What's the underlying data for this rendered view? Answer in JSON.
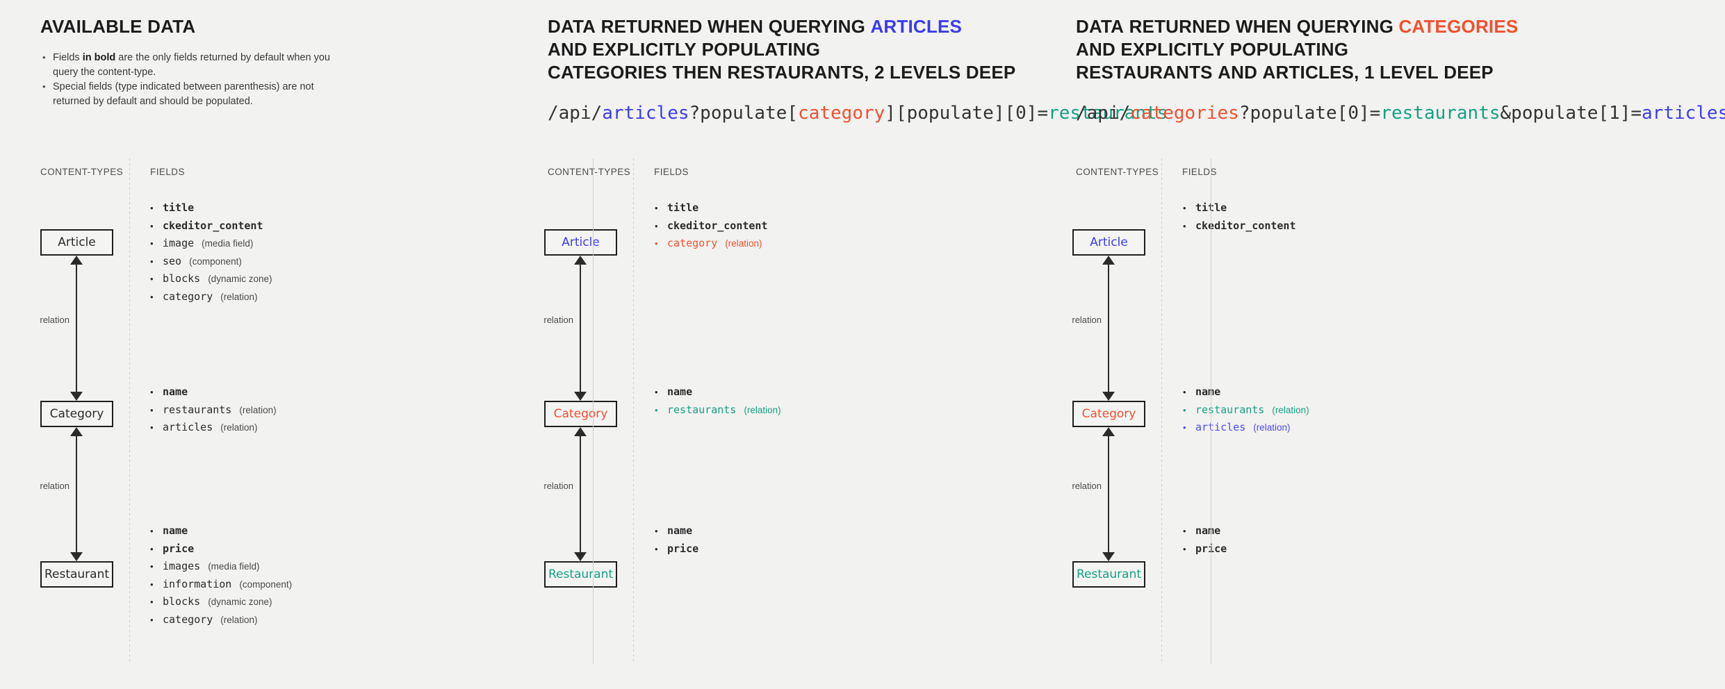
{
  "colors": {
    "background": "#f2f2f1",
    "articles_blue": "#3b3bf0",
    "categories_red": "#f1502f",
    "restaurants_green": "#16a085",
    "text_dark": "#232323",
    "box_border": "#1f1f1f"
  },
  "panels": [
    {
      "id": "available-data",
      "title_lines": [
        [
          {
            "t": "AVAILABLE DATA",
            "c": "dark"
          }
        ]
      ],
      "notes": [
        {
          "pre": "Fields ",
          "bold": "in bold",
          "post": " are the only fields returned by default when you query the content-type."
        },
        {
          "pre": "Special fields (type indicated between parenthesis) are not returned by default and should be populated.",
          "bold": "",
          "post": ""
        }
      ],
      "url": null,
      "col_labels": {
        "content_types": "CONTENT-TYPES",
        "fields": "FIELDS"
      },
      "relation_label": "relation",
      "nodes": [
        {
          "name": "Article",
          "color": "dark",
          "fields": [
            {
              "name": "title",
              "type": "",
              "bold": true,
              "color": "dark"
            },
            {
              "name": "ckeditor_content",
              "type": "",
              "bold": true,
              "color": "dark"
            },
            {
              "name": "image",
              "type": "(media field)",
              "bold": false,
              "color": "dark"
            },
            {
              "name": "seo",
              "type": "(component)",
              "bold": false,
              "color": "dark"
            },
            {
              "name": "blocks",
              "type": "(dynamic zone)",
              "bold": false,
              "color": "dark"
            },
            {
              "name": "category",
              "type": "(relation)",
              "bold": false,
              "color": "dark"
            }
          ]
        },
        {
          "name": "Category",
          "color": "dark",
          "fields": [
            {
              "name": "name",
              "type": "",
              "bold": true,
              "color": "dark"
            },
            {
              "name": "restaurants",
              "type": "(relation)",
              "bold": false,
              "color": "dark"
            },
            {
              "name": "articles",
              "type": "(relation)",
              "bold": false,
              "color": "dark"
            }
          ]
        },
        {
          "name": "Restaurant",
          "color": "dark",
          "fields": [
            {
              "name": "name",
              "type": "",
              "bold": true,
              "color": "dark"
            },
            {
              "name": "price",
              "type": "",
              "bold": true,
              "color": "dark"
            },
            {
              "name": "images",
              "type": "(media field)",
              "bold": false,
              "color": "dark"
            },
            {
              "name": "information",
              "type": "(component)",
              "bold": false,
              "color": "dark"
            },
            {
              "name": "blocks",
              "type": "(dynamic zone)",
              "bold": false,
              "color": "dark"
            },
            {
              "name": "category",
              "type": "(relation)",
              "bold": false,
              "color": "dark"
            }
          ]
        }
      ]
    },
    {
      "id": "query-articles",
      "title_lines": [
        [
          {
            "t": "DATA RETURNED WHEN QUERYING ",
            "c": "dark"
          },
          {
            "t": "ARTICLES",
            "c": "blue"
          }
        ],
        [
          {
            "t": "AND EXPLICITLY POPULATING",
            "c": "dark"
          }
        ],
        [
          {
            "t": "CATEGORIES THEN RESTAURANTS, 2 LEVELS DEEP",
            "c": "dark"
          }
        ]
      ],
      "notes": [],
      "url": [
        {
          "t": "/api/",
          "c": "dark"
        },
        {
          "t": "articles",
          "c": "blue"
        },
        {
          "t": "?populate[",
          "c": "dark"
        },
        {
          "t": "category",
          "c": "red"
        },
        {
          "t": "][populate][0]=",
          "c": "dark"
        },
        {
          "t": "restaurants",
          "c": "green"
        }
      ],
      "col_labels": {
        "content_types": "CONTENT-TYPES",
        "fields": "FIELDS"
      },
      "relation_label": "relation",
      "nodes": [
        {
          "name": "Article",
          "color": "blue",
          "fields": [
            {
              "name": "title",
              "type": "",
              "bold": true,
              "color": "dark"
            },
            {
              "name": "ckeditor_content",
              "type": "",
              "bold": true,
              "color": "dark"
            },
            {
              "name": "category",
              "type": "(relation)",
              "bold": false,
              "color": "red"
            }
          ]
        },
        {
          "name": "Category",
          "color": "red",
          "fields": [
            {
              "name": "name",
              "type": "",
              "bold": true,
              "color": "dark"
            },
            {
              "name": "restaurants",
              "type": "(relation)",
              "bold": false,
              "color": "green"
            }
          ]
        },
        {
          "name": "Restaurant",
          "color": "green",
          "fields": [
            {
              "name": "name",
              "type": "",
              "bold": true,
              "color": "dark"
            },
            {
              "name": "price",
              "type": "",
              "bold": true,
              "color": "dark"
            }
          ]
        }
      ]
    },
    {
      "id": "query-categories",
      "title_lines": [
        [
          {
            "t": "DATA RETURNED WHEN QUERYING ",
            "c": "dark"
          },
          {
            "t": "CATEGORIES",
            "c": "red"
          }
        ],
        [
          {
            "t": "AND EXPLICITLY POPULATING",
            "c": "dark"
          }
        ],
        [
          {
            "t": "RESTAURANTS AND ARTICLES, 1 LEVEL DEEP",
            "c": "dark"
          }
        ]
      ],
      "notes": [],
      "url": [
        {
          "t": "/api/",
          "c": "dark"
        },
        {
          "t": "categories",
          "c": "red"
        },
        {
          "t": "?populate[0]=",
          "c": "dark"
        },
        {
          "t": "restaurants",
          "c": "green"
        },
        {
          "t": "&populate[1]=",
          "c": "dark"
        },
        {
          "t": "articles",
          "c": "blue"
        }
      ],
      "col_labels": {
        "content_types": "CONTENT-TYPES",
        "fields": "FIELDS"
      },
      "relation_label": "relation",
      "nodes": [
        {
          "name": "Article",
          "color": "blue",
          "fields": [
            {
              "name": "title",
              "type": "",
              "bold": true,
              "color": "dark"
            },
            {
              "name": "ckeditor_content",
              "type": "",
              "bold": true,
              "color": "dark"
            }
          ]
        },
        {
          "name": "Category",
          "color": "red",
          "fields": [
            {
              "name": "name",
              "type": "",
              "bold": true,
              "color": "dark"
            },
            {
              "name": "restaurants",
              "type": "(relation)",
              "bold": false,
              "color": "green"
            },
            {
              "name": "articles",
              "type": "(relation)",
              "bold": false,
              "color": "blue"
            }
          ]
        },
        {
          "name": "Restaurant",
          "color": "green",
          "fields": [
            {
              "name": "name",
              "type": "",
              "bold": true,
              "color": "dark"
            },
            {
              "name": "price",
              "type": "",
              "bold": true,
              "color": "dark"
            }
          ]
        }
      ]
    }
  ]
}
